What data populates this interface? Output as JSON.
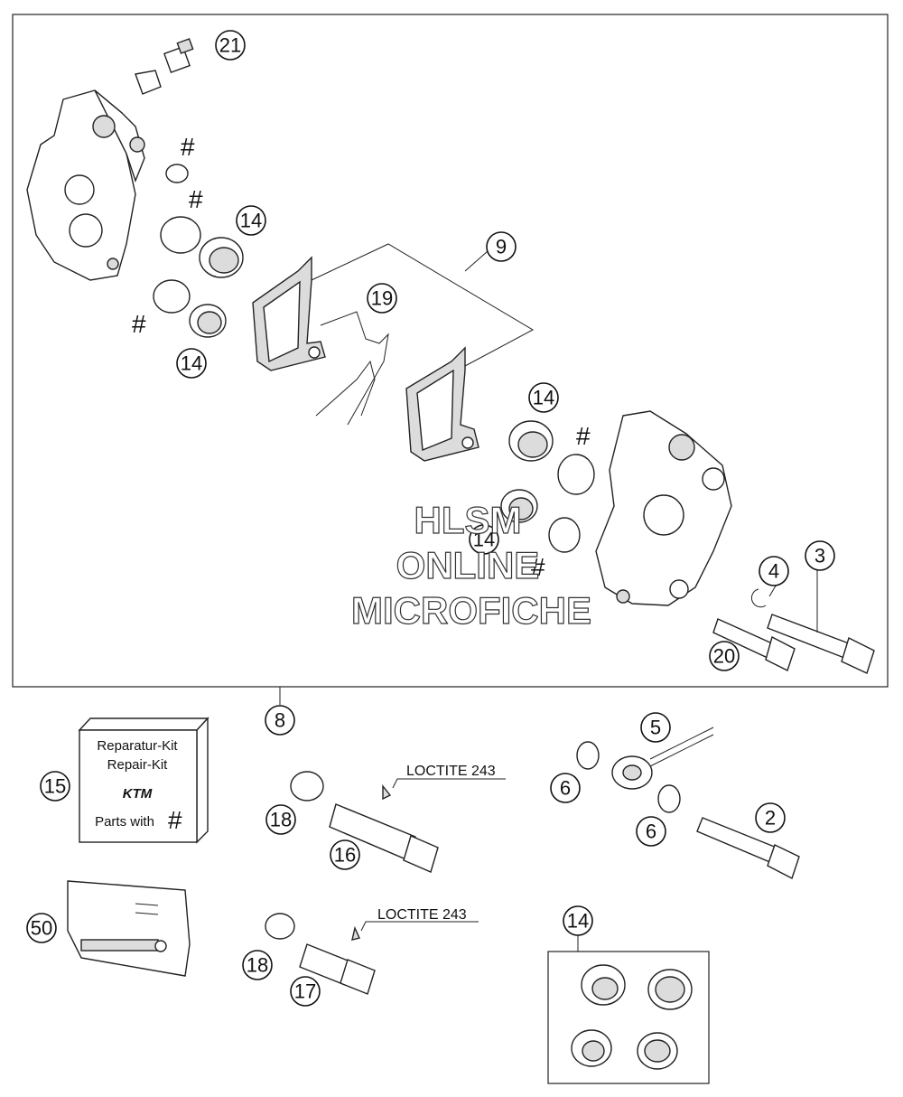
{
  "watermark": {
    "line1": "HLSM",
    "line2": "ONLINE",
    "line3": "MICROFICHE"
  },
  "callouts": {
    "c21": "21",
    "c14a": "14",
    "c14b": "14",
    "c9": "9",
    "c19": "19",
    "c14c": "14",
    "c14d": "14",
    "c4": "4",
    "c3": "3",
    "c20": "20",
    "c8": "8",
    "c15": "15",
    "c5": "5",
    "c6a": "6",
    "c6b": "6",
    "c2": "2",
    "c18a": "18",
    "c16": "16",
    "c50": "50",
    "c18b": "18",
    "c17": "17",
    "c14e": "14"
  },
  "hash_symbol": "#",
  "loctite_label_1": "LOCTITE 243",
  "loctite_label_2": "LOCTITE 243",
  "repair_kit": {
    "line1": "Reparatur-Kit",
    "line2": "Repair-Kit",
    "brand": "KTM",
    "line3": "Parts with",
    "hash": "#"
  }
}
